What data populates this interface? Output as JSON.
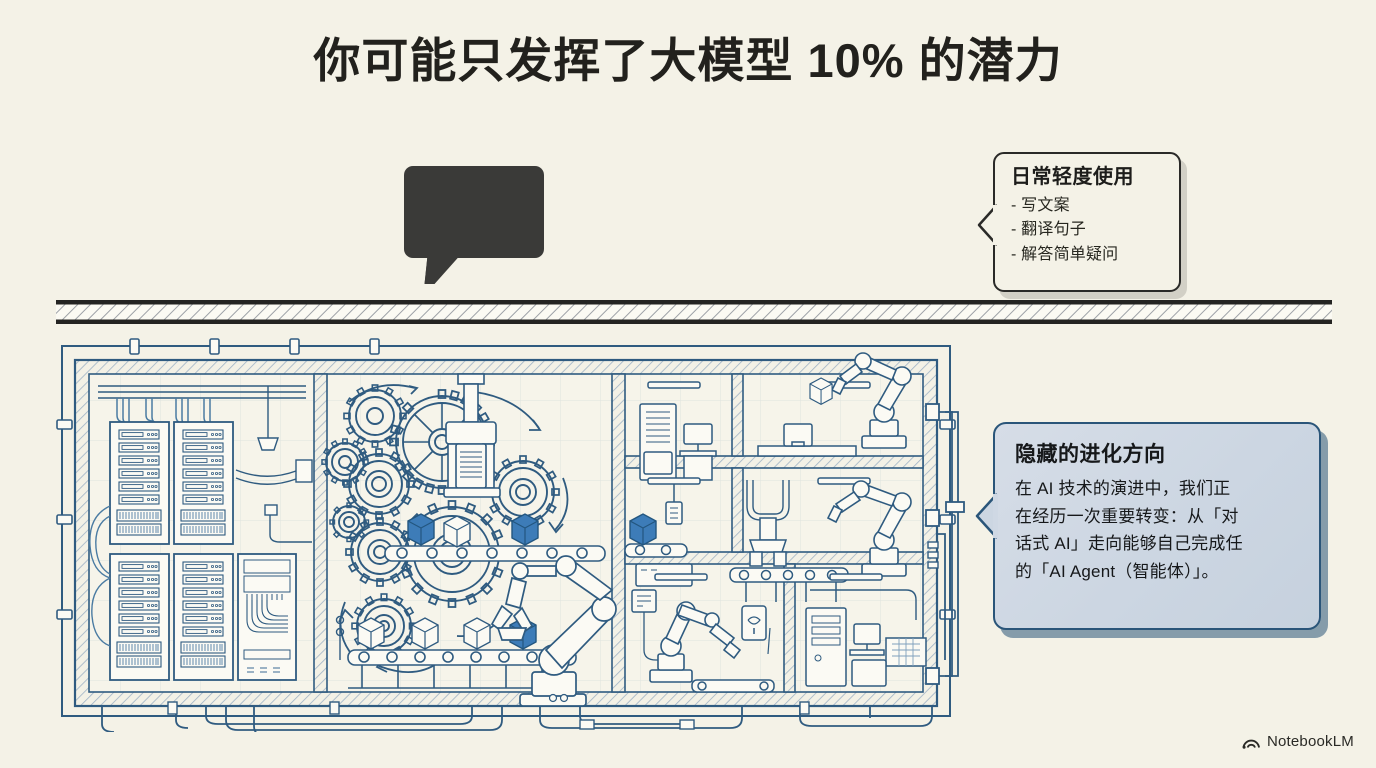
{
  "slide": {
    "background_color": "#f4f2e7",
    "title": "你可能只发挥了大模型 10% 的潜力"
  },
  "speech_bubble": {
    "name": "empty-dark-speech-bubble",
    "text": "",
    "color": "#3a3a38"
  },
  "callout_light": {
    "title": "日常轻度使用",
    "items": [
      "- 写文案",
      "- 翻译句子",
      "- 解答简单疑问"
    ],
    "border_color": "#2a2a28",
    "fill_color": "#f4f2e7"
  },
  "callout_blue": {
    "title": "隐藏的进化方向",
    "body_lines": [
      "在 AI 技术的演进中，我们正",
      "在经历一次重要转变：从「对",
      "话式 AI」走向能够自己完成任",
      "的「AI Agent（智能体）」。"
    ],
    "border_color": "#2a5579",
    "fill_color": "#ccd6e2"
  },
  "illustration": {
    "name": "blueprint-factory-diagram",
    "style": "technical-blueprint-line-art",
    "line_color": "#2f5b80",
    "accent_color": "#3d7cb8",
    "ceiling_label": "hatched-ceiling-beam",
    "zones": [
      "server-room-left",
      "gear-mechanism-room",
      "conveyor-lines",
      "robot-arm-cells",
      "workstation-rooms"
    ]
  },
  "logo": {
    "icon": "notebooklm-arc-icon",
    "text": "NotebookLM"
  }
}
